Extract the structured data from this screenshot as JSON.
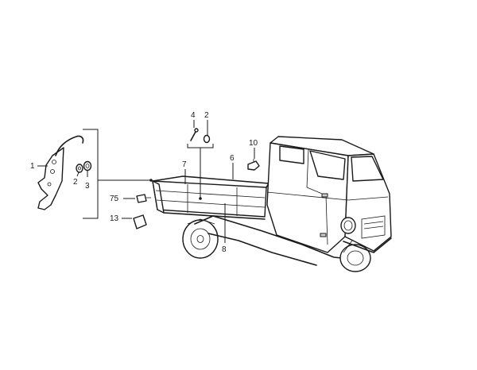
{
  "callouts": {
    "c1": "1",
    "c2a": "2",
    "c3": "3",
    "c4": "4",
    "c2b": "2",
    "c10": "10",
    "c7": "7",
    "c6": "6",
    "c75": "75",
    "c13": "13",
    "c8": "8"
  }
}
